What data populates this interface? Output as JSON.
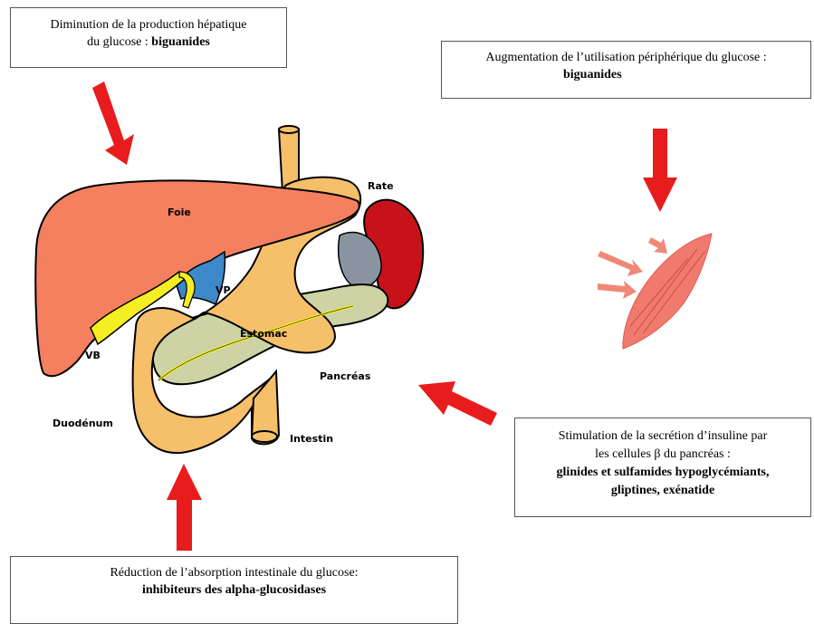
{
  "boxes": {
    "liver": {
      "line1": "Diminution de la production hépatique",
      "line2_prefix": "du glucose : ",
      "line2_bold": "biguanides"
    },
    "muscle": {
      "line1": "Augmentation de l’utilisation périphérique du glucose :",
      "line2_bold": "biguanides"
    },
    "pancreas": {
      "line1": "Stimulation de la secrétion d’insuline par",
      "line2": "les cellules β du pancréas :",
      "line3_bold": "glinides et sulfamides hypoglycémiants,",
      "line4_bold": "gliptines, exénatide"
    },
    "intestine": {
      "line1": "Réduction de l’absorption intestinale du glucose:",
      "line2_bold": "inhibiteurs des alpha-glucosidases"
    }
  },
  "organ_labels": {
    "foie": "Foie",
    "rate": "Rate",
    "vp": "VP",
    "vb": "VB",
    "estomac": "Estomac",
    "pancreas": "Pancréas",
    "duodenum": "Duodénum",
    "intestin": "Intestin"
  },
  "colors": {
    "arrow": "#e81c1c",
    "liver": "#f58060",
    "stomach": "#f6bf6a",
    "spleen": "#c8121a",
    "pancreas": "#cdd3a4",
    "muscle": "#f07a6e"
  }
}
